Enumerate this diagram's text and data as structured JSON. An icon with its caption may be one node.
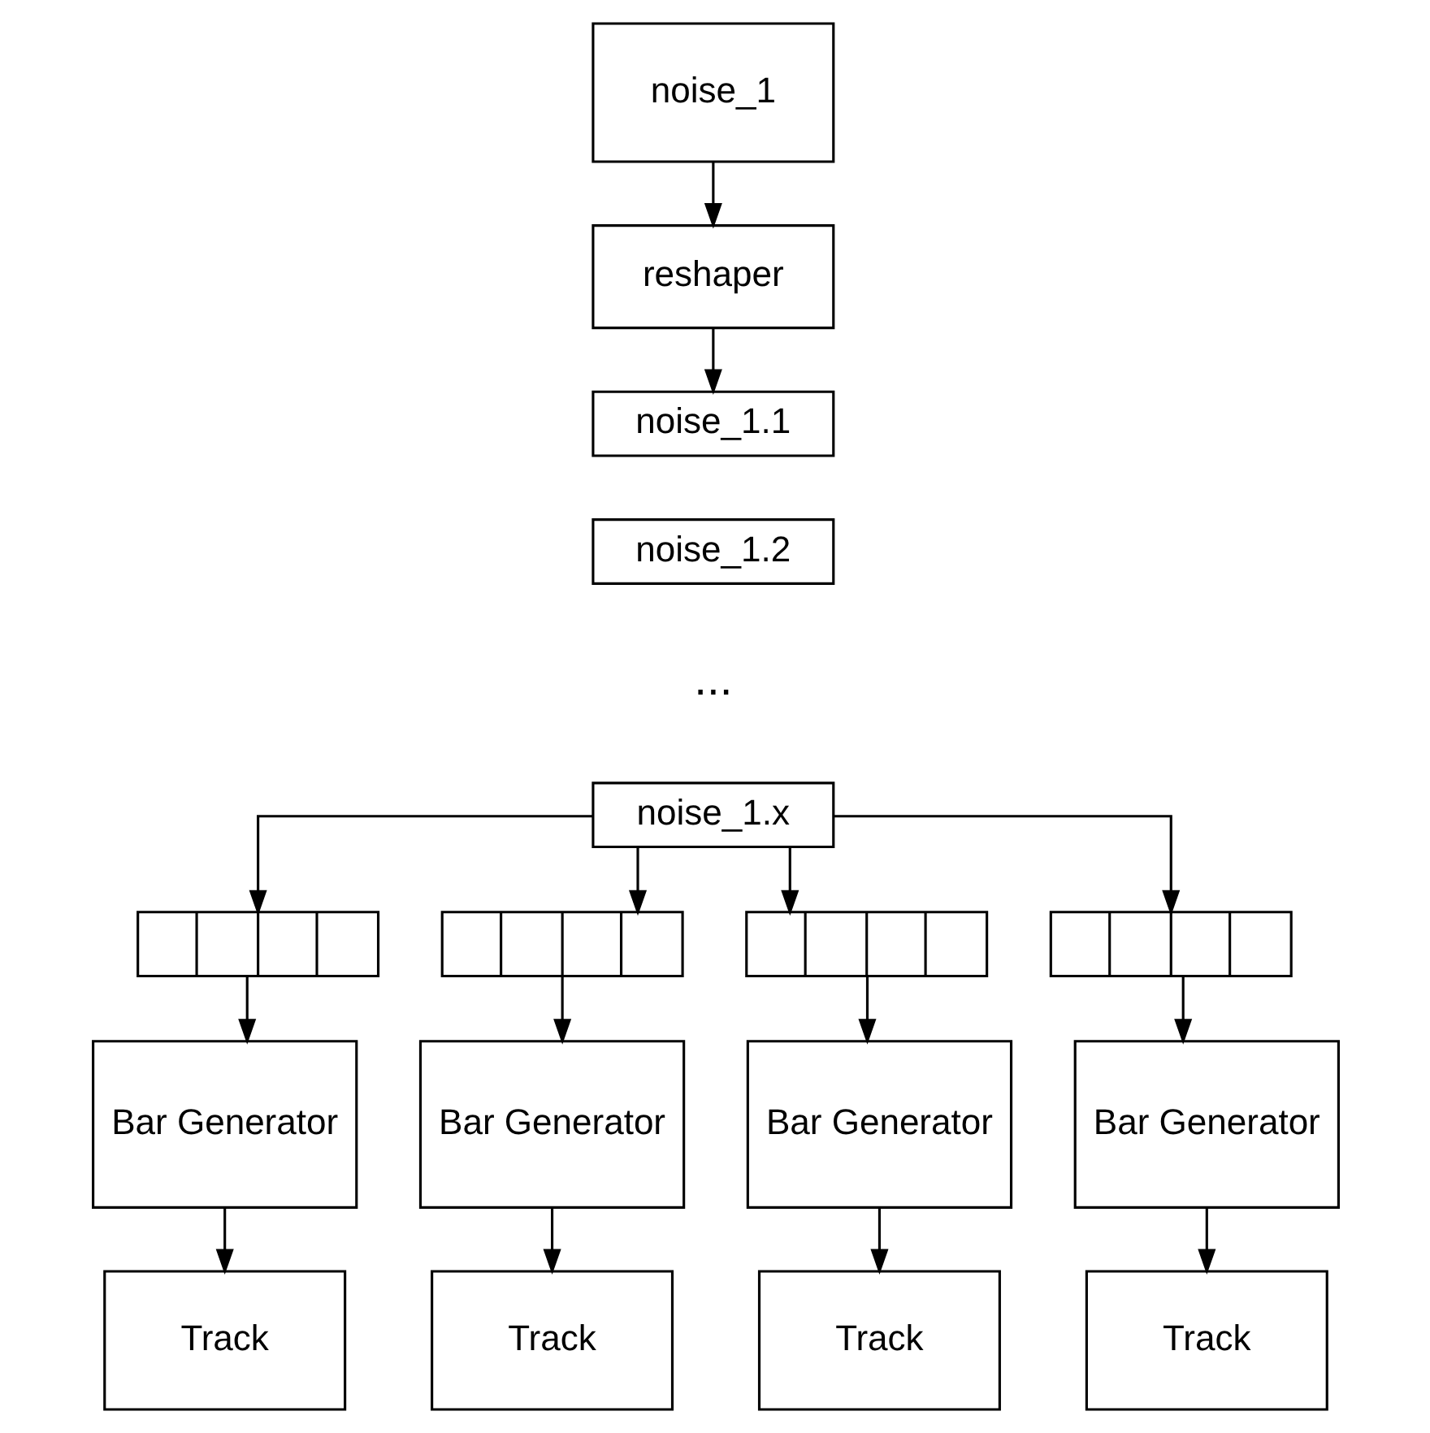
{
  "diagram": {
    "nodes": [
      {
        "text": [
          "noise_1"
        ]
      },
      {
        "text": [
          "reshaper"
        ]
      },
      {
        "text": [
          "noise_1.1"
        ]
      },
      {
        "text": [
          "noise_1.2"
        ]
      },
      {
        "text": [
          "noise_1.x"
        ]
      },
      {
        "text": [],
        "shape": "box"
      },
      {
        "text": [],
        "shape": "box"
      },
      {
        "text": [],
        "shape": "box"
      },
      {
        "text": [],
        "shape": "box"
      },
      {
        "text": [
          "Bar Generator"
        ]
      },
      {
        "text": [
          "Bar Generator"
        ]
      },
      {
        "text": [
          "Bar Generator"
        ]
      },
      {
        "text": [
          "Bar Generator"
        ]
      },
      {
        "text": [
          "Track"
        ]
      },
      {
        "text": [
          "Track"
        ]
      },
      {
        "text": [
          "Track"
        ]
      },
      {
        "text": [
          "Track"
        ]
      }
    ],
    "edges": [
      {
        "from": 0,
        "to": 1,
        "arrow": "to"
      },
      {
        "from": 1,
        "to": 2,
        "arrow": "to"
      },
      {
        "from": 4,
        "to": 5,
        "arrow": "to"
      },
      {
        "from": 4,
        "to": 6,
        "arrow": "to"
      },
      {
        "from": 4,
        "to": 7,
        "arrow": "to"
      },
      {
        "from": 4,
        "to": 8,
        "arrow": "to"
      },
      {
        "from": 5,
        "to": 9,
        "arrow": "to"
      },
      {
        "from": 6,
        "to": 10,
        "arrow": "to"
      },
      {
        "from": 7,
        "to": 11,
        "arrow": "to"
      },
      {
        "from": 8,
        "to": 12,
        "arrow": "to"
      },
      {
        "from": 9,
        "to": 13,
        "arrow": "to"
      },
      {
        "from": 10,
        "to": 14,
        "arrow": "to"
      },
      {
        "from": 11,
        "to": 15,
        "arrow": "to"
      },
      {
        "from": 12,
        "to": 16,
        "arrow": "to"
      }
    ],
    "labels": [
      "..."
    ]
  }
}
